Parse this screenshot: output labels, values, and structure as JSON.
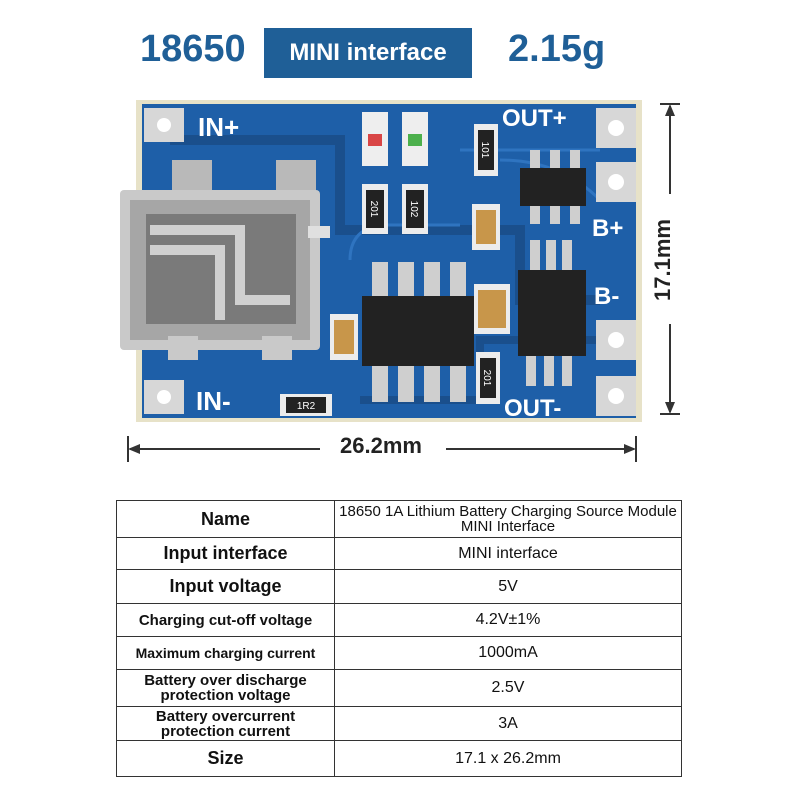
{
  "header": {
    "model": "18650",
    "badge": "MINI interface",
    "weight": "2.15g"
  },
  "board": {
    "labels": {
      "in_plus": "IN+",
      "in_minus": "IN-",
      "out_plus": "OUT+",
      "out_minus": "OUT-",
      "b_plus": "B+",
      "b_minus": "B-"
    },
    "resistor_codes": [
      "1R2",
      "101",
      "201",
      "102",
      "201"
    ],
    "colors": {
      "pcb": "#1e5fa8",
      "pcb_dark": "#1a4f8c",
      "pad": "#d7d7d7",
      "ic": "#222222",
      "border": "#e7e2c8"
    }
  },
  "dimensions": {
    "width": "26.2mm",
    "height": "17.1mm"
  },
  "spec_table": {
    "rows": [
      {
        "label": "Name",
        "value": "18650 1A Lithium Battery Charging Source Module MINI Interface"
      },
      {
        "label": "Input interface",
        "value": "MINI interface"
      },
      {
        "label": "Input voltage",
        "value": "5V"
      },
      {
        "label": "Charging cut-off voltage",
        "value": "4.2V±1%"
      },
      {
        "label": "Maximum charging current",
        "value": "1000mA"
      },
      {
        "label": "Battery over discharge protection voltage",
        "value": "2.5V"
      },
      {
        "label": "Battery overcurrent protection current",
        "value": "3A"
      },
      {
        "label": "Size",
        "value": "17.1 x 26.2mm"
      }
    ]
  }
}
